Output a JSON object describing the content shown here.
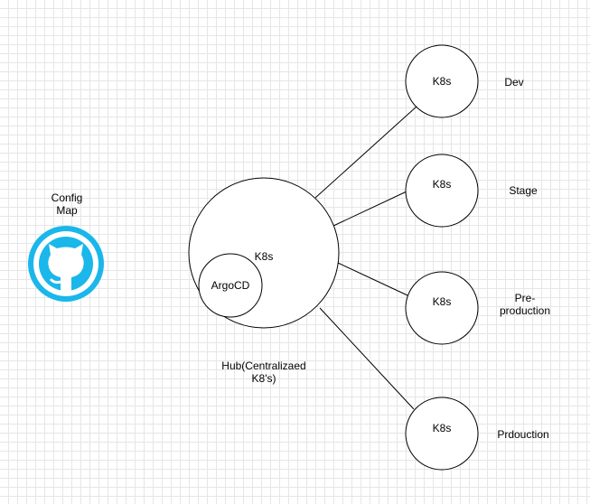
{
  "config_map": {
    "label": "Config\nMap",
    "icon": "github-icon",
    "icon_color": "#1ab7ea"
  },
  "hub": {
    "node_label": "K8s",
    "inner_node_label": "ArgoCD",
    "caption": "Hub(Centralizaed\nK8's)"
  },
  "clusters": [
    {
      "node_label": "K8s",
      "env_label": "Dev"
    },
    {
      "node_label": "K8s",
      "env_label": "Stage"
    },
    {
      "node_label": "K8s",
      "env_label": "Pre-\nproduction"
    },
    {
      "node_label": "K8s",
      "env_label": "Prdouction"
    }
  ]
}
